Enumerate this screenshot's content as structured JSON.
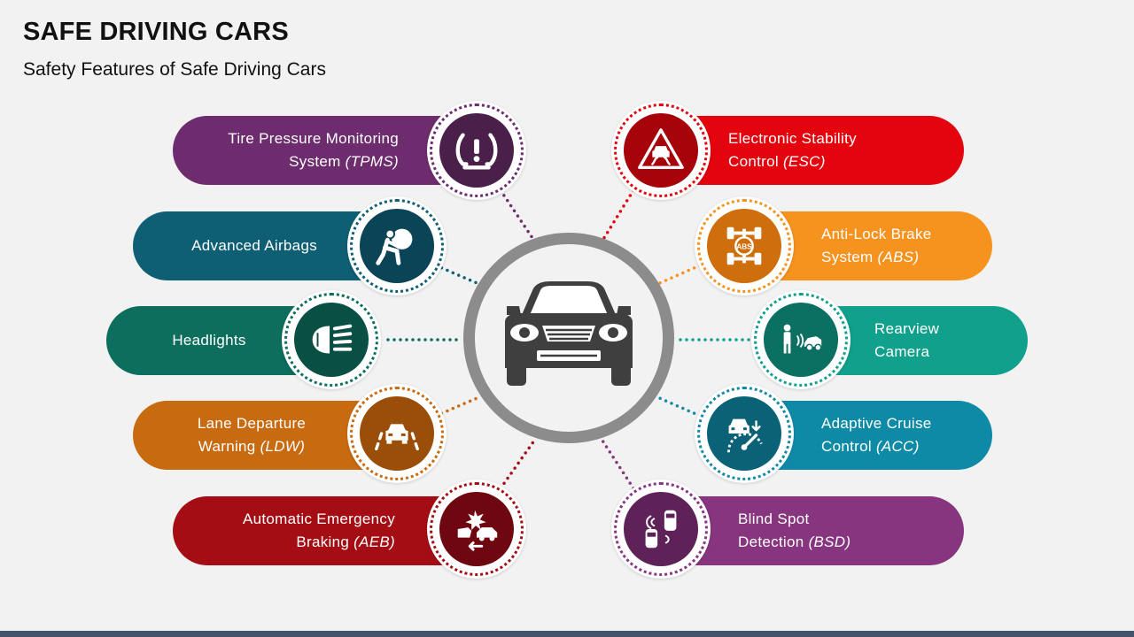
{
  "header": {
    "title": "SAFE DRIVING CARS",
    "subtitle": "Safety Features of Safe Driving Cars"
  },
  "features": {
    "tpms": {
      "line1": "Tire Pressure Monitoring",
      "line2": "System",
      "abbr": "(TPMS)",
      "color": "#6d2c6d",
      "icon": "tire-pressure-icon"
    },
    "airbags": {
      "line1": "Advanced Airbags",
      "color": "#0e5f74",
      "icon": "airbag-icon"
    },
    "headlights": {
      "line1": "Headlights",
      "color": "#0d6e5e",
      "icon": "headlight-icon"
    },
    "ldw": {
      "line1": "Lane Departure",
      "line2": "Warning",
      "abbr": "(LDW)",
      "color": "#c86a10",
      "icon": "lane-departure-icon"
    },
    "aeb": {
      "line1": "Automatic Emergency",
      "line2": "Braking",
      "abbr": "(AEB)",
      "color": "#a50d14",
      "icon": "collision-icon"
    },
    "esc": {
      "line1": "Electronic Stability",
      "line2": "Control",
      "abbr": "(ESC)",
      "color": "#e3040d",
      "icon": "skid-warning-icon"
    },
    "abs": {
      "line1": "Anti-Lock Brake",
      "line2": "System",
      "abbr": "(ABS)",
      "color": "#f6921e",
      "icon": "abs-chassis-icon",
      "icon_text": "ABS"
    },
    "rearview": {
      "line1": "Rearview",
      "line2": "Camera",
      "color": "#10a08c",
      "icon": "rearview-camera-icon"
    },
    "acc": {
      "line1": "Adaptive Cruise",
      "line2": "Control",
      "abbr": "(ACC)",
      "color": "#0f8aa6",
      "icon": "cruise-control-icon"
    },
    "bsd": {
      "line1": "Blind Spot",
      "line2": "Detection",
      "abbr": "(BSD)",
      "color": "#87357f",
      "icon": "blind-spot-icon"
    }
  },
  "hub": {
    "icon": "car-front-icon",
    "ring_color": "#8c8c8c"
  }
}
